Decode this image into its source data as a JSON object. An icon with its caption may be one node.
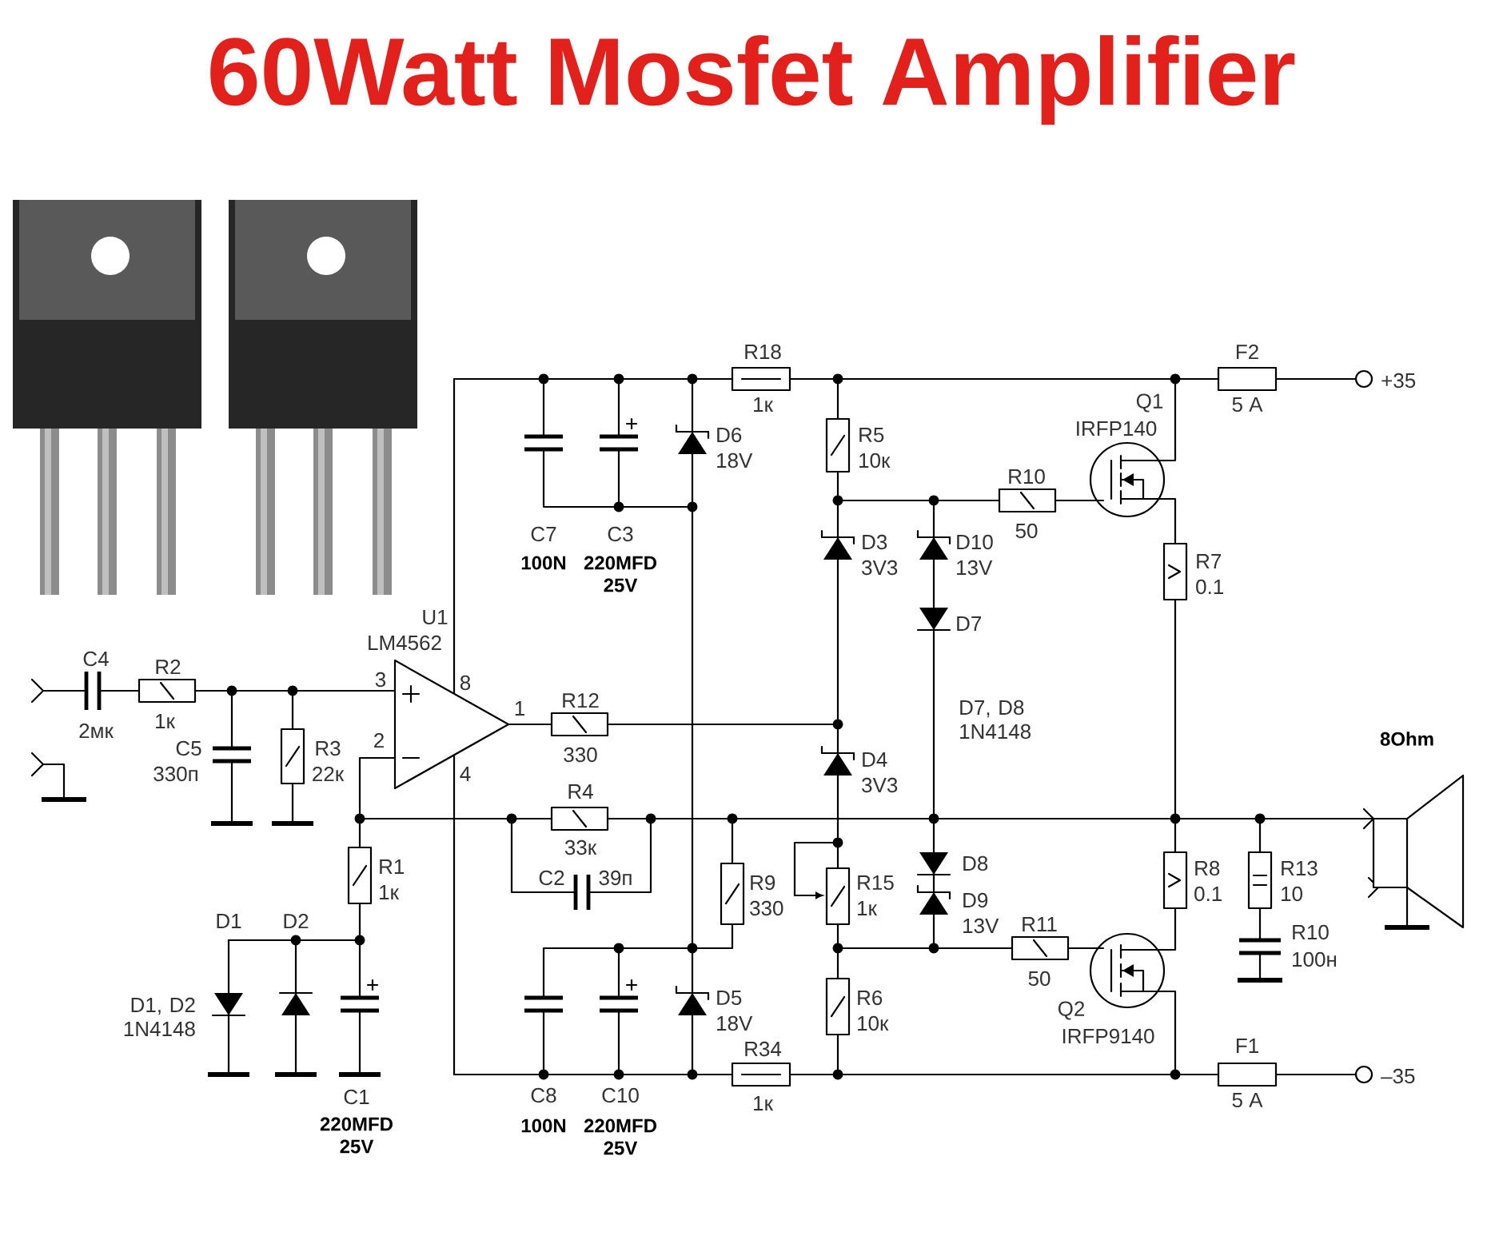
{
  "diagram": {
    "title": "60Watt Mosfet Amplifier",
    "labels": [
      "R18",
      "1к",
      "F2",
      "5 A",
      "+35",
      "Q1",
      "IRFP140",
      "D6",
      "18V",
      "R5",
      "10к",
      "R10",
      "50",
      "C7",
      "100N",
      "C3",
      "220MFD 25V",
      "D3",
      "3V3",
      "D10",
      "13V",
      "R7",
      "0.1",
      "D7",
      "U1",
      "LM4562",
      "C4",
      "R2",
      "3",
      "8",
      "1",
      "R12",
      "2мк",
      "1к",
      "D7, D8 1N4148",
      "8Ohm",
      "2",
      "C5",
      "330п",
      "R3",
      "22к",
      "D4",
      "3V3",
      "4",
      "R4",
      "33к",
      "R1",
      "1к",
      "D8",
      "C2",
      "39п",
      "R9",
      "330",
      "R15",
      "1к",
      "R8",
      "0.1",
      "R13",
      "10",
      "D9",
      "13V",
      "R11",
      "R10",
      "100н",
      "D1",
      "D2",
      "50",
      "D5",
      "18V",
      "R6",
      "10к",
      "D1, D2 1N4148",
      "Q2",
      "IRFP9140",
      "R34",
      "F1",
      "–35",
      "1к",
      "5 A",
      "C8",
      "C10",
      "C1",
      "100N",
      "220MFD 25V",
      "220MFD 25V",
      "330"
    ]
  }
}
